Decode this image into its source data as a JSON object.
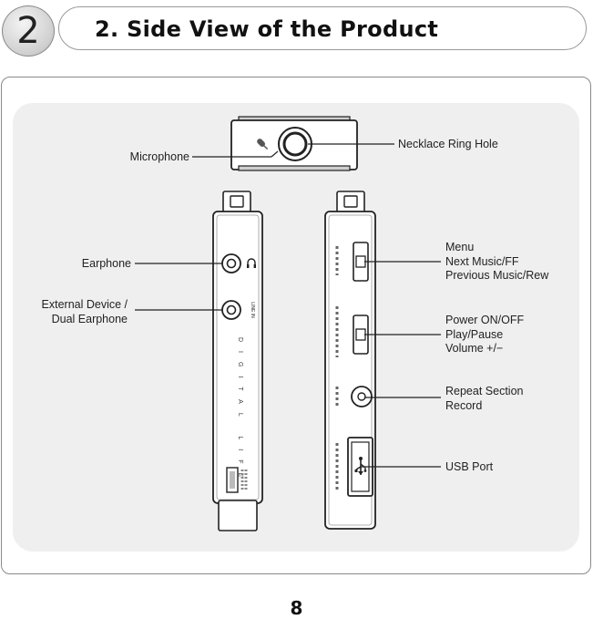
{
  "header": {
    "badge_number": "2",
    "title": "2. Side View of the Product"
  },
  "labels": {
    "microphone": "Microphone",
    "necklace_ring_hole": "Necklace Ring Hole",
    "earphone": "Earphone",
    "external_device_line1": "External Device /",
    "external_device_line2": "Dual Earphone",
    "menu": "Menu",
    "next_music": "Next Music/FF",
    "previous_music": "Previous Music/Rew",
    "power": "Power ON/OFF",
    "play_pause": "Play/Pause",
    "volume": "Volume +/−",
    "repeat_section": "Repeat Section",
    "record": "Record",
    "usb_port": "USB Port"
  },
  "device_text": {
    "digital_life": "DIGITAL LIFE",
    "line_in": "LINE IN"
  },
  "page_number": "8"
}
